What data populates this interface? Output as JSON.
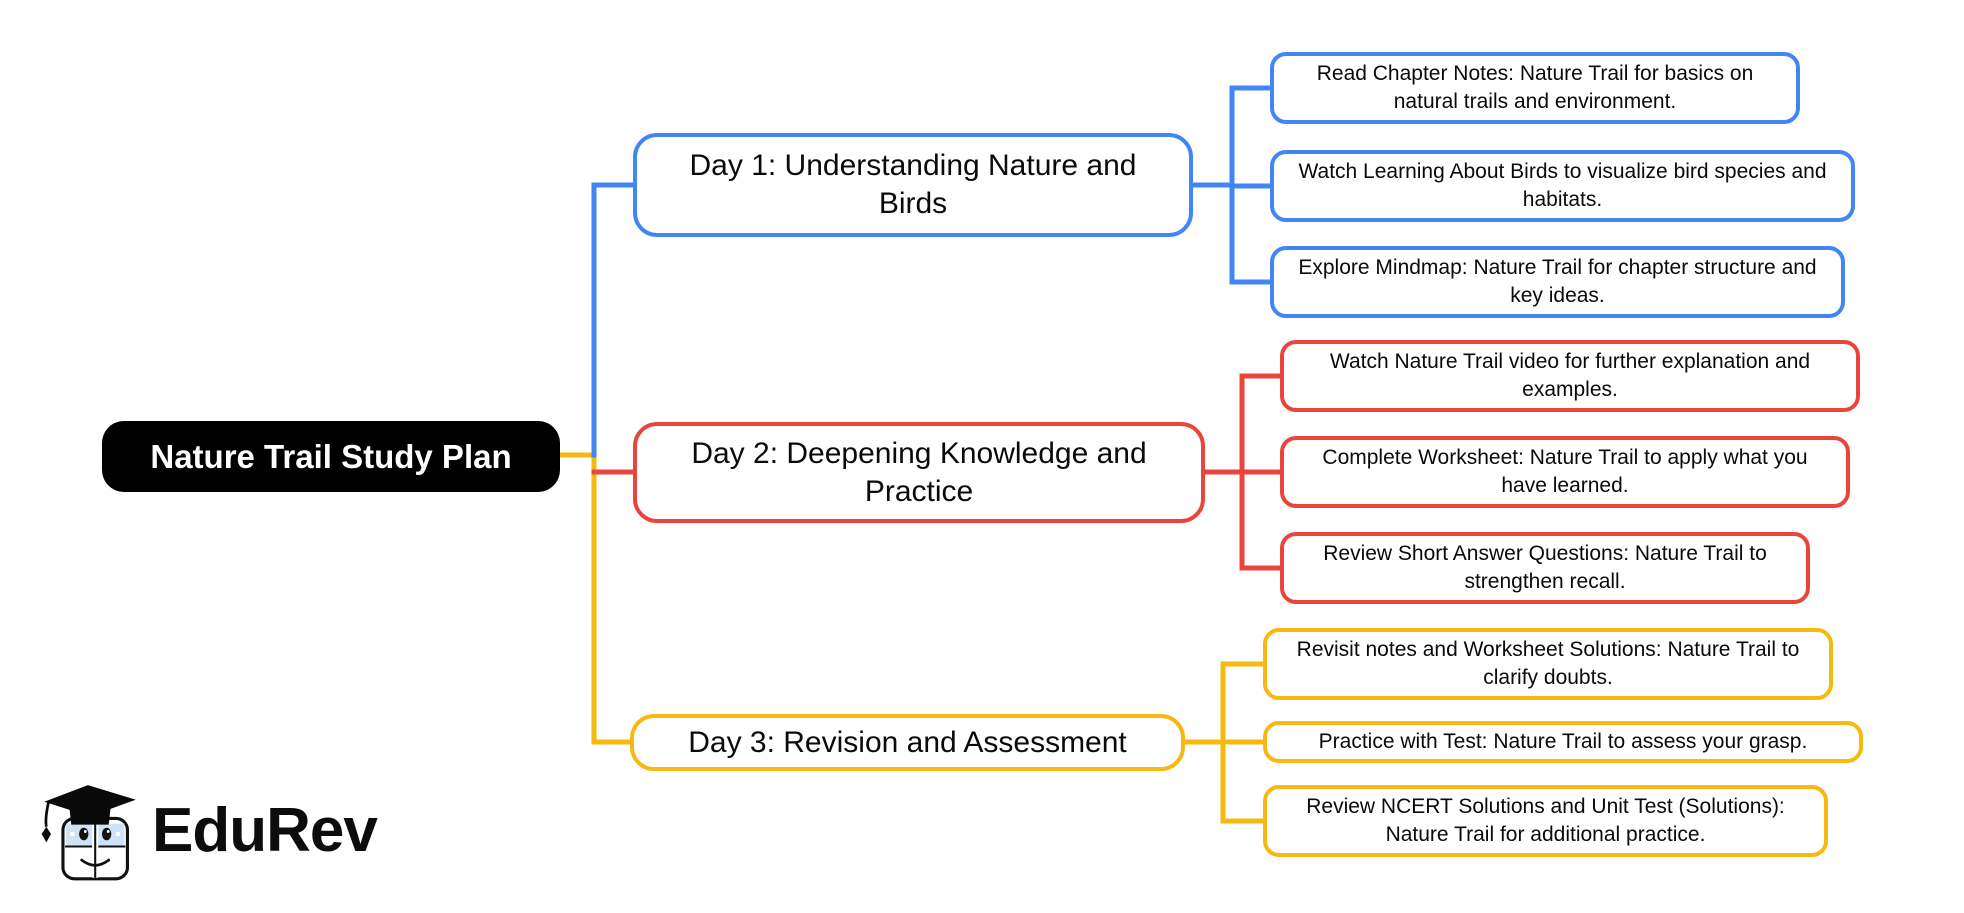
{
  "colors": {
    "blue": "#4285F4",
    "red": "#E8463D",
    "yellow": "#F5B912",
    "ink": "#0a0a0a",
    "root_bg": "#000000",
    "root_text": "#ffffff",
    "background": "#ffffff"
  },
  "root": {
    "label": "Nature Trail Study Plan"
  },
  "branches": [
    {
      "id": "day1",
      "label": "Day 1: Understanding Nature and Birds",
      "color": "#4285F4",
      "children": [
        "Read Chapter Notes: Nature Trail for basics on natural trails and environment.",
        "Watch Learning About Birds to visualize bird species and habitats.",
        "Explore Mindmap: Nature Trail for chapter structure and key ideas."
      ]
    },
    {
      "id": "day2",
      "label": "Day 2: Deepening Knowledge and Practice",
      "color": "#E8463D",
      "children": [
        "Watch Nature Trail video for further explanation and examples.",
        "Complete Worksheet: Nature Trail to apply what you have learned.",
        "Review Short Answer Questions: Nature Trail to strengthen recall."
      ]
    },
    {
      "id": "day3",
      "label": "Day 3: Revision and Assessment",
      "color": "#F5B912",
      "children": [
        "Revisit notes and Worksheet Solutions: Nature Trail to clarify doubts.",
        "Practice with Test: Nature Trail to assess your grasp.",
        "Review NCERT Solutions and Unit Test (Solutions): Nature Trail for additional practice."
      ]
    }
  ],
  "logo": {
    "brand": "EduRev"
  }
}
